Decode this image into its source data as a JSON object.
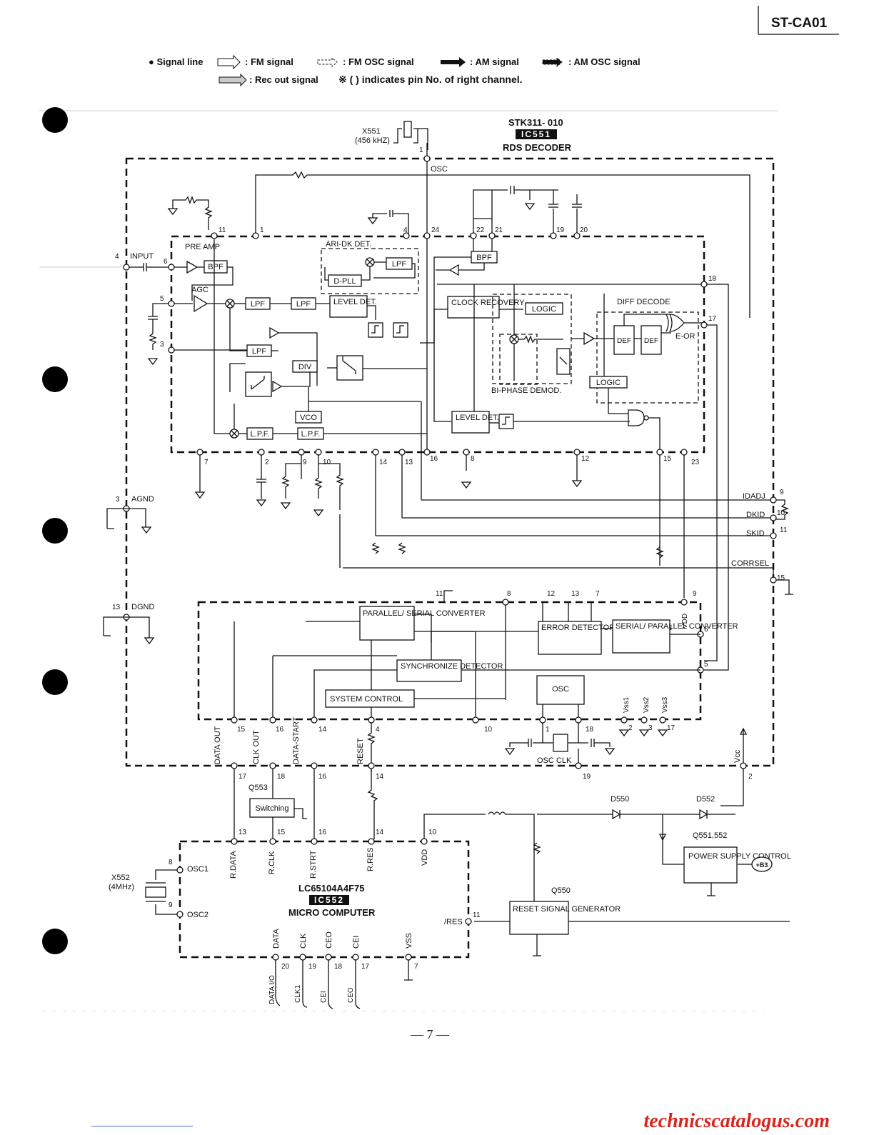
{
  "header": {
    "model": "ST-CA01"
  },
  "legend": {
    "signal_line": "● Signal line",
    "fm_signal": ": FM signal",
    "fm_osc_signal": ": FM OSC signal",
    "am_signal": ": AM signal",
    "am_osc_signal": ": AM OSC signal",
    "rec_out_signal": ": Rec out signal",
    "note": "※ (     ) indicates pin No. of right channel."
  },
  "ic551": {
    "part": "STK311- 010",
    "ref": "IC551",
    "name": "RDS DECODER"
  },
  "ic552": {
    "part": "LC65104A4F75",
    "ref": "IC552",
    "name": "MICRO COMPUTER"
  },
  "crystal1": {
    "ref": "X551",
    "freq": "(456 kHZ)"
  },
  "crystal2": {
    "ref": "X552",
    "freq": "(4MHz)"
  },
  "blocks": {
    "pre_amp": "PRE AMP",
    "bpf": "BPF",
    "agc": "AGC",
    "lpf": "LPF",
    "lpf_dots": "L.P.F.",
    "ari_dk": "ARI-DK DET.",
    "dpll": "D-PLL",
    "level_det": "LEVEL DET.",
    "div": "DIV",
    "vco": "VCO",
    "clock_recovery": "CLOCK RECOVERY",
    "logic": "LOGIC",
    "biphase": "BI-PHASE DEMOD.",
    "diff_decode": "DIFF DECODE",
    "def": "DEF",
    "eor": "E-OR",
    "par_ser": "PARALLEL/ SERIAL CONVERTER",
    "sync_det": "SYNCHRONIZE DETECTOR",
    "sys_ctrl": "SYSTEM CONTROL",
    "err_det": "ERROR DETECTOR/ CORRECTION",
    "ser_par": "SERIAL/ PARALLEL CONVERTER",
    "osc": "OSC",
    "osc_clk": "OSC CLK",
    "switching": "Switching",
    "power_supply": "POWER SUPPLY CONTROL",
    "reset_gen": "RESET SIGNAL GENERATOR"
  },
  "pin_labels": {
    "osc": "OSC",
    "input": "INPUT",
    "agnd": "AGND",
    "dgnd": "DGND",
    "idadj": "IDADJ",
    "dkid": "DKID",
    "skid": "SKID",
    "corrsel": "CORRSEL",
    "data_out": "DATA OUT",
    "clk_out": "CLK OUT",
    "data_start": "DATA-START",
    "reset": "RESET",
    "vdd": "VDD",
    "vcc": "Vcc",
    "vss1": "Vss1",
    "vss2": "Vss2",
    "vss3": "Vss3",
    "osc1": "OSC1",
    "osc2": "OSC2",
    "rdata": "R.DATA",
    "rclk": "R.CLK",
    "rstrt": "R.STRT",
    "rres": "R.RES",
    "res": "/RES",
    "data": "DATA",
    "clk": "CLK",
    "ceo": "CEO",
    "cei": "CEI",
    "vss": "VSS",
    "data_io": "DATA I/O",
    "clk1": "CLK1",
    "b3": "+B3"
  },
  "refs": {
    "q553": "Q553",
    "q550": "Q550",
    "q551": "Q551,552",
    "d550": "D550",
    "d552": "D552"
  },
  "footer": {
    "page": "— 7 —",
    "watermark": "technicscatalogus.com"
  }
}
